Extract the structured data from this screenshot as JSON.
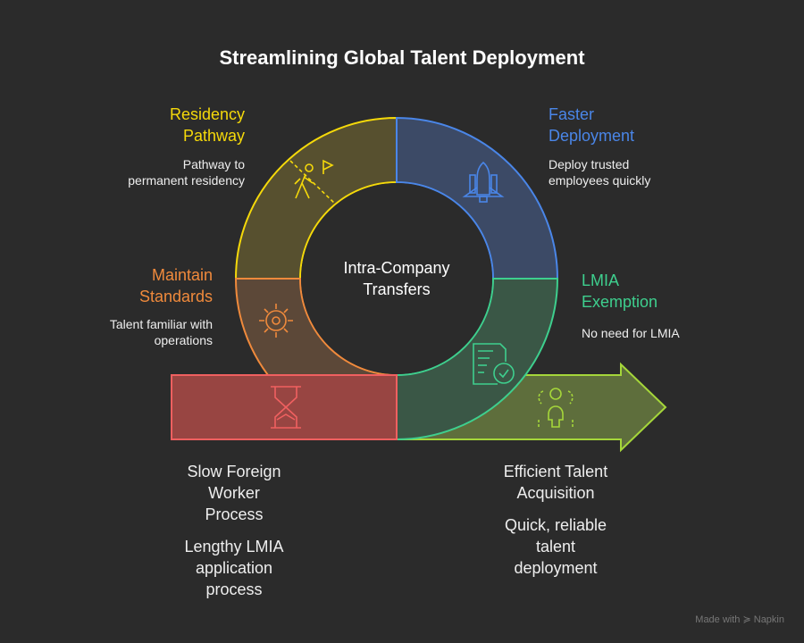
{
  "title": "Streamlining Global Talent Deployment",
  "center": "Intra-Company Transfers",
  "segments": {
    "residency": {
      "title_line1": "Residency",
      "title_line2": "Pathway",
      "desc_line1": "Pathway to",
      "desc_line2": "permanent residency",
      "color": "#f5d90a",
      "icon": "walking-person-flag-icon"
    },
    "faster": {
      "title_line1": "Faster",
      "title_line2": "Deployment",
      "desc_line1": "Deploy trusted",
      "desc_line2": "employees quickly",
      "color": "#4a86e8",
      "icon": "space-shuttle-icon"
    },
    "lmia": {
      "title_line1": "LMIA",
      "title_line2": "Exemption",
      "desc_line1": "No need for LMIA",
      "color": "#3ecf8e",
      "icon": "document-check-icon"
    },
    "standards": {
      "title_line1": "Maintain",
      "title_line2": "Standards",
      "desc_line1": "Talent familiar with",
      "desc_line2": "operations",
      "color": "#f08a3c",
      "icon": "gear-sun-icon"
    }
  },
  "slow": {
    "title": [
      "Slow Foreign",
      "Worker",
      "Process"
    ],
    "desc": [
      "Lengthy LMIA",
      "application",
      "process"
    ],
    "color": "#f06060",
    "icon": "hourglass-icon"
  },
  "efficient": {
    "title": [
      "Efficient Talent",
      "Acquisition"
    ],
    "desc": [
      "Quick, reliable",
      "talent",
      "deployment"
    ],
    "color": "#a5d63a",
    "icon": "team-people-icon"
  },
  "watermark": "Made with ≽ Napkin"
}
